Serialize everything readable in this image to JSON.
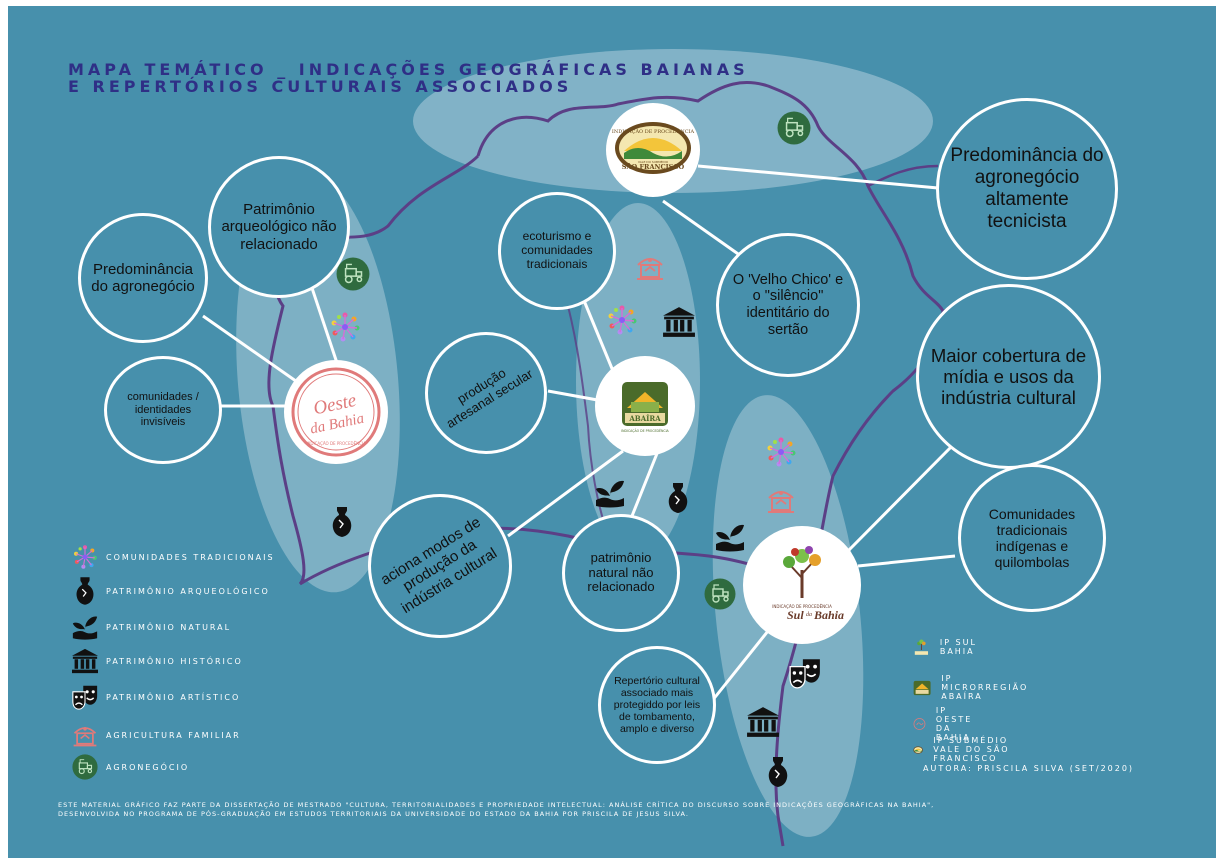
{
  "title": {
    "line1": "MAPA TEMÁTICO _ INDICAÇÕES GEOGRÁFICAS BAIANAS",
    "line2": "E REPERTÓRIOS CULTURAIS ASSOCIADOS"
  },
  "bubbles": {
    "patrimonio_arqueologico": "Patrimônio arqueológico não relacionado",
    "predominancia_agronegocio": "Predominância do agronegócio",
    "comunidades_invisiveis": "comunidades / identidades invisíveis",
    "ecoturismo": "ecoturismo e comunidades tradicionais",
    "producao_artesanal": "produção artesanal secular",
    "velho_chico": "O 'Velho Chico' e o \"silêncio\" identitário do sertão",
    "agronegocio_tecnicista": "Predominância do agronegócio altamente tecnicista",
    "maior_cobertura": "Maior cobertura de mídia e usos da indústria cultural",
    "comunidades_indigenas": "Comunidades tradicionais indígenas e quilombolas",
    "aciona_modos": "aciona modos de produção da indústria cultural",
    "patrimonio_natural": "patrimônio natural não relacionado",
    "repertorio_cultural": "Repertório cultural associado mais protegiddo por leis de tombamento, amplo e diverso"
  },
  "logos": {
    "oeste": {
      "line1": "Oeste",
      "line2": "da Bahia",
      "sub": "INDICAÇÃO DE PROCEDÊNCIA"
    },
    "abaira": {
      "name": "ABAÍRA",
      "sub": "INDICAÇÃO DE PROCEDÊNCIA"
    },
    "sao_francisco": {
      "top": "INDICAÇÃO DE PROCEDÊNCIA",
      "mid": "VALE DO SUBMÉDIO",
      "name": "SÃO FRANCISCO"
    },
    "sul_bahia": {
      "top": "INDICAÇÃO DE PROCEDÊNCIA",
      "name": "Sul",
      "name2": "da",
      "name3": "Bahia"
    }
  },
  "legend": [
    {
      "icon": "comunidades-tradicionais-icon",
      "label": "COMUNIDADES TRADICIONAIS"
    },
    {
      "icon": "patrimonio-arqueologico-icon",
      "label": "PATRIMÔNIO ARQUEOLÓGICO"
    },
    {
      "icon": "patrimonio-natural-icon",
      "label": "PATRIMÔNIO NATURAL"
    },
    {
      "icon": "patrimonio-historico-icon",
      "label": "PATRIMÔNIO HISTÓRICO"
    },
    {
      "icon": "patrimonio-artistico-icon",
      "label": "PATRIMÔNIO ARTÍSTICO"
    },
    {
      "icon": "agricultura-familiar-icon",
      "label": "AGRICULTURA FAMILIAR"
    },
    {
      "icon": "agronegocio-icon",
      "label": "AGRONEGÓCIO"
    }
  ],
  "ip_legend": [
    {
      "icon": "sul-bahia-logo-icon",
      "label": "IP SUL BAHIA"
    },
    {
      "icon": "abaira-logo-icon",
      "label": "IP MICRORREGIÃO ABAÍRA"
    },
    {
      "icon": "oeste-bahia-logo-icon",
      "label": "IP OESTE DA BAHIA"
    },
    {
      "icon": "sao-francisco-logo-icon",
      "label": "IP SUBMÉDIO VALE DO SÃO FRANCISCO"
    }
  ],
  "author": "AUTORA: PRISCILA SILVA (SET/2020)",
  "footer": "ESTE MATERIAL GRÁFICO FAZ PARTE DA DISSERTAÇÃO DE MESTRADO \"CULTURA, TERRITORIALIDADES E PROPRIEDADE INTELECTUAL: ANÁLISE CRÍTICA DO DISCURSO SOBRE INDICAÇÕES GEOGRÁFICAS NA BAHIA\", DESENVOLVIDA NO PROGRAMA DE PÓS-GRADUAÇÃO EM ESTUDOS TERRITORIAIS DA UNIVERSIDADE DO ESTADO DA BAHIA POR PRISCILA DE JESUS SILVA.",
  "colors": {
    "background": "#4790ac",
    "title": "#2f2f86",
    "border": "#5b3f86",
    "halo": "#a9cad8",
    "agronegocio": "#2f6b3f",
    "agricultura_familiar": "#e07a7a"
  }
}
